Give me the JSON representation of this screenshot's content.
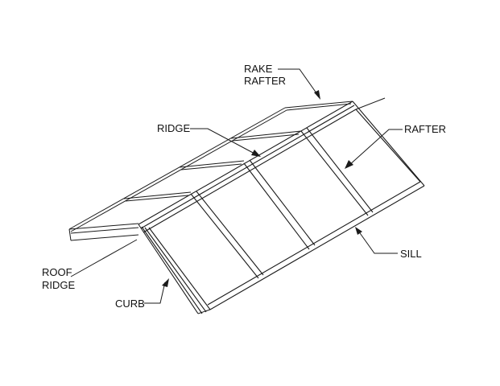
{
  "diagram": {
    "title": "Ridge skylight isometric component diagram",
    "labels": {
      "rake_rafter_line1": "RAKE",
      "rake_rafter_line2": "RAFTER",
      "ridge": "RIDGE",
      "rafter": "RAFTER",
      "sill": "SILL",
      "roof_ridge_line1": "ROOF",
      "roof_ridge_line2": "RIDGE",
      "curb": "CURB"
    },
    "colors": {
      "line": "#1a1a1a",
      "background": "#ffffff"
    }
  }
}
